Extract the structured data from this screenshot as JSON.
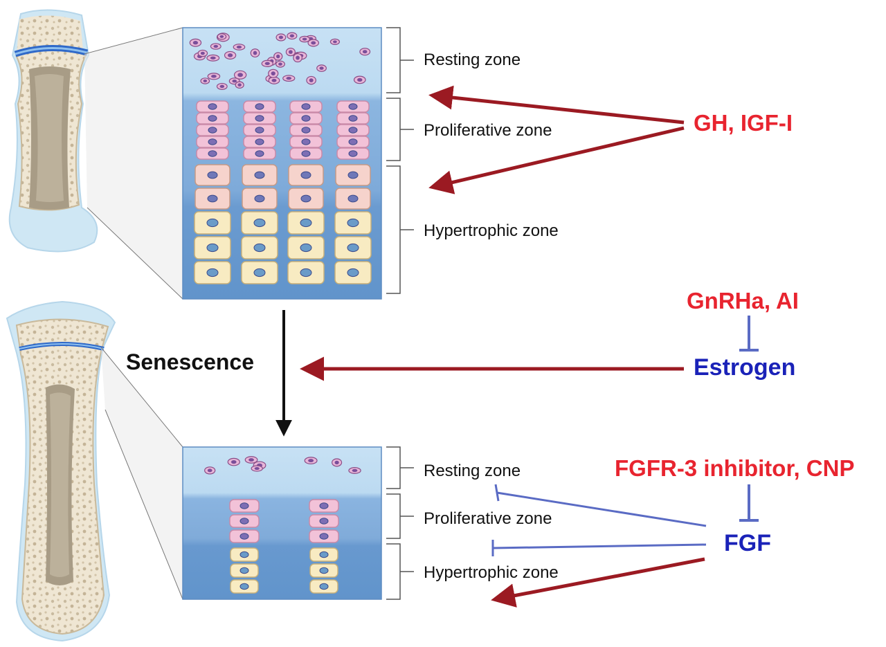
{
  "top": {
    "zones": {
      "resting": "Resting zone",
      "proliferative": "Proliferative zone",
      "hypertrophic": "Hypertrophic zone"
    }
  },
  "bottom": {
    "zones": {
      "resting": "Resting zone",
      "proliferative": "Proliferative zone",
      "hypertrophic": "Hypertrophic zone"
    }
  },
  "regulators": {
    "gh_igf": "GH, IGF-I",
    "gnrha_ai": "GnRHa, AI",
    "estrogen": "Estrogen",
    "fgfr3_cnp": "FGFR-3 inhibitor, CNP",
    "fgf": "FGF"
  },
  "senescence": "Senescence",
  "colors": {
    "stimulate_arrow": "#9b1a22",
    "inhibit_line": "#5a6bc4",
    "regulator_red": "#e8242f",
    "regulator_blue": "#1a22b8"
  }
}
